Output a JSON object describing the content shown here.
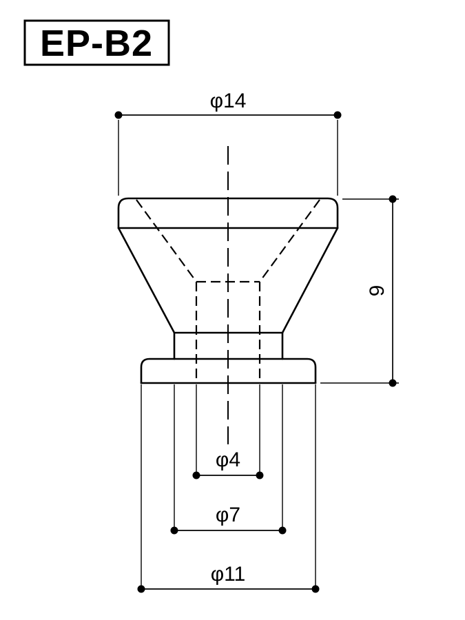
{
  "part_label": "EP-B2",
  "dimensions": {
    "top_diameter": "φ14",
    "overall_height": "9",
    "hole_diameter": "φ4",
    "stem_diameter": "φ7",
    "flange_diameter": "φ11"
  },
  "colors": {
    "line": "#000000",
    "background": "#ffffff"
  }
}
